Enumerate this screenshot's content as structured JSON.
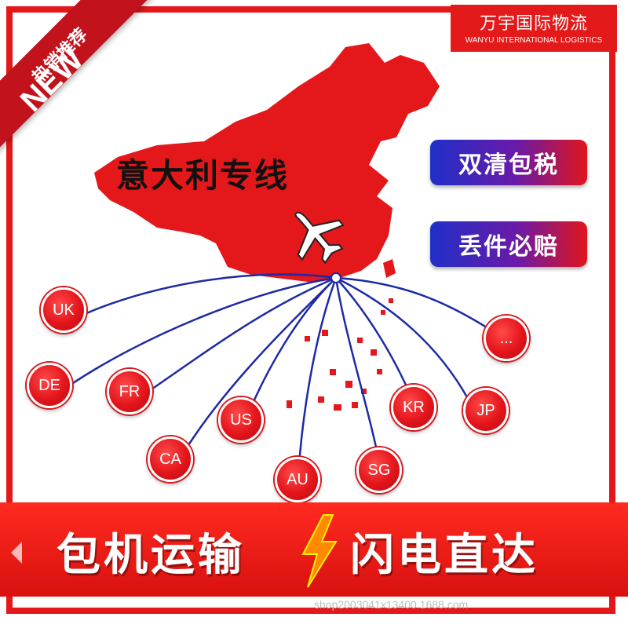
{
  "brand": {
    "name_cn": "万宇国际物流",
    "name_en": "WANYU INTERNATIONAL LOGISTICS"
  },
  "ribbon": {
    "hot_label": "热销推荐",
    "new_label": "NEW"
  },
  "title": "意大利专线",
  "badges": [
    "双清包税",
    "丢件必赔"
  ],
  "destinations": [
    "UK",
    "DE",
    "FR",
    "US",
    "CA",
    "AU",
    "SG",
    "KR",
    "JP",
    "..."
  ],
  "banner": {
    "left_text": "包机运输",
    "right_text": "闪电直达"
  },
  "shop_url": "shop2003041x13400.1688.com",
  "colors": {
    "brand_red": "#e3191a",
    "route_blue": "#1c2aa5",
    "badge_blue": "#1f2fc8",
    "bolt_orange": "#ff8a00"
  },
  "icons": {
    "plane": "airplane-icon",
    "bolt": "lightning-bolt-icon"
  }
}
